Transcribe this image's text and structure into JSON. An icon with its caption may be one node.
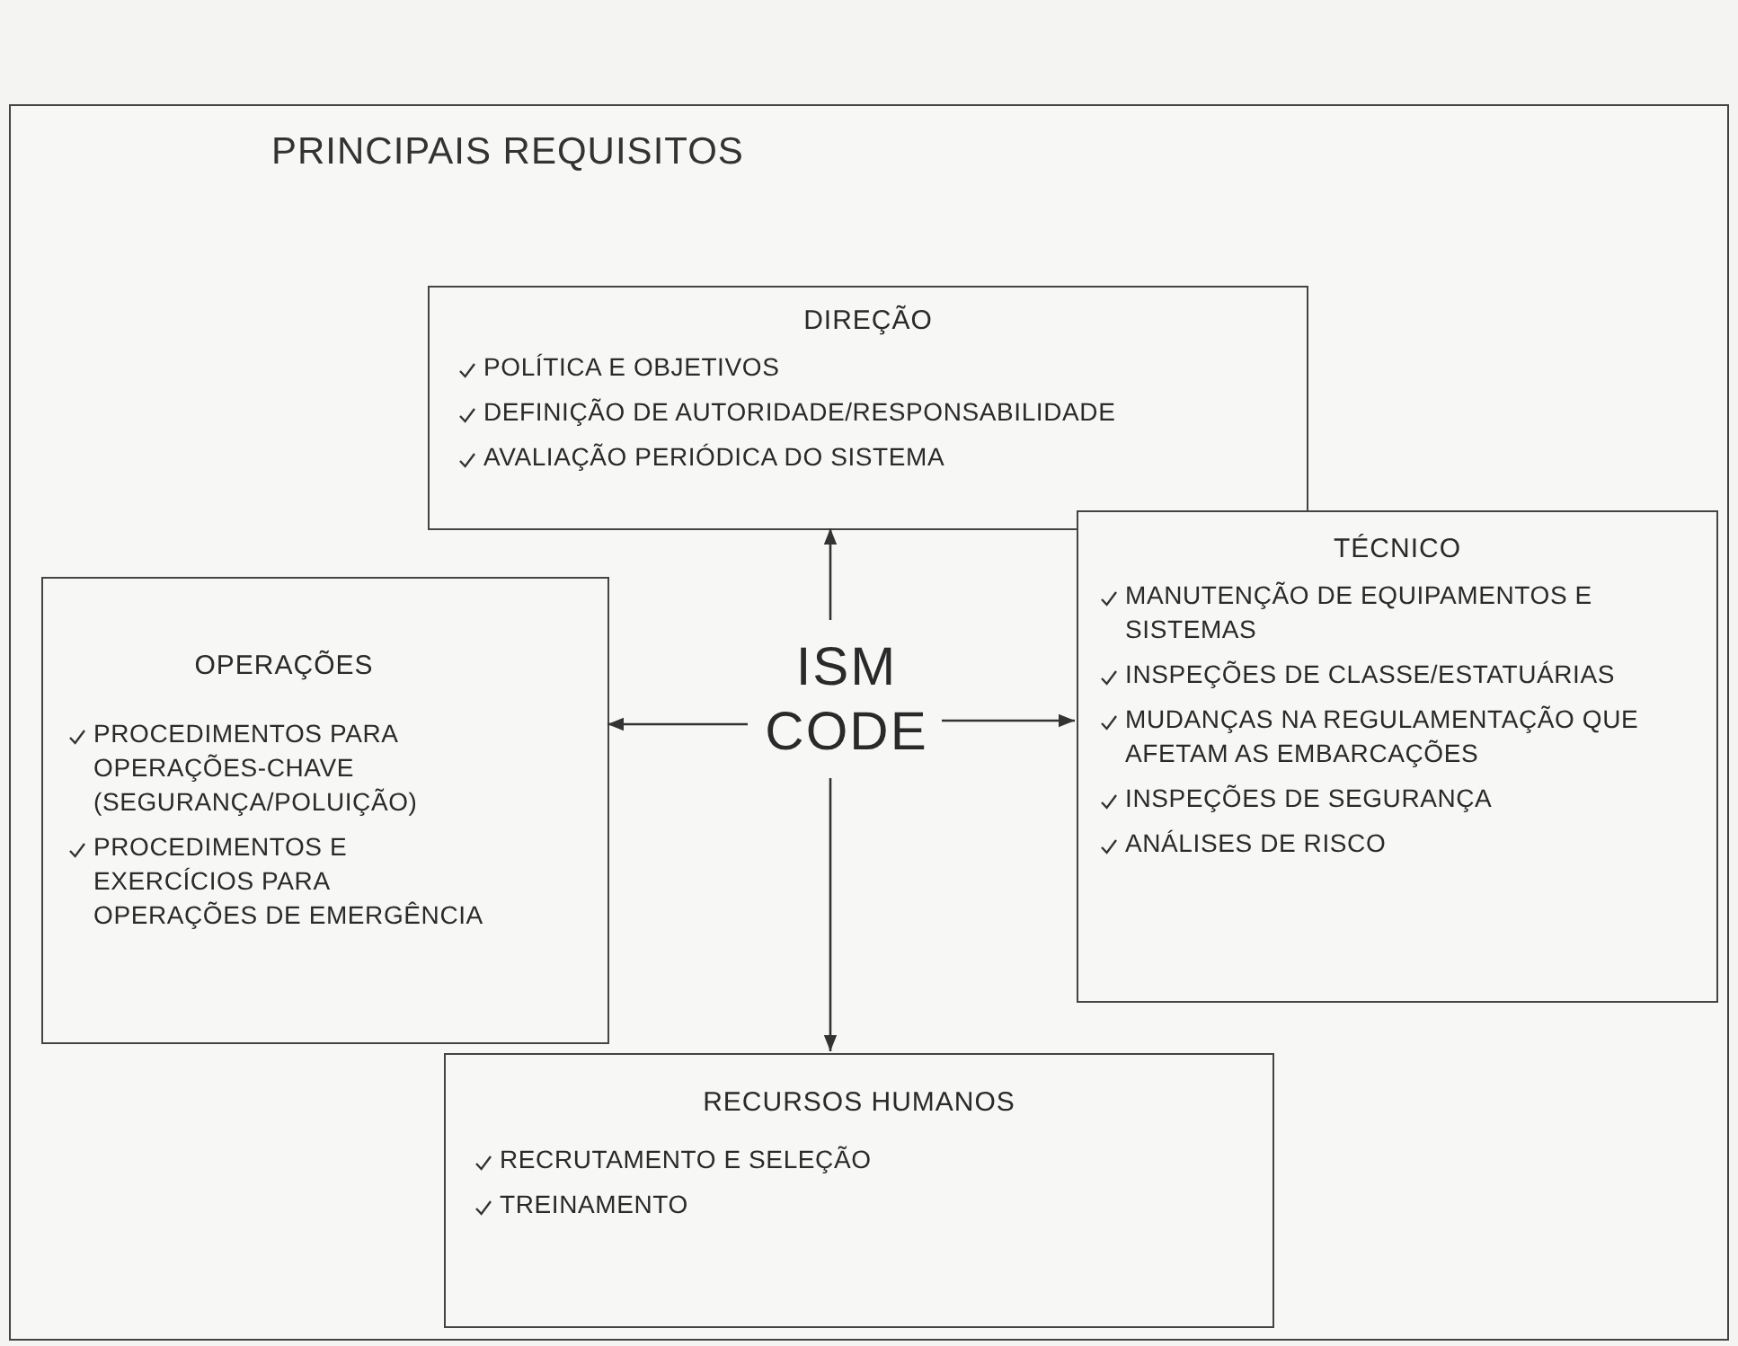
{
  "diagram": {
    "nodes": [
      {
        "text": [
          "PRINCIPAIS REQUISITOS"
        ]
      },
      {
        "text": [
          "DIREÇÃO",
          "POLÍTICA E OBJETIVOS",
          "DEFINIÇÃO DE AUTORIDADE/RESPONSABILIDADE",
          "AVALIAÇÃO PERIÓDICA DO SISTEMA"
        ],
        "in": 0
      },
      {
        "text": [
          "OPERAÇÕES",
          "PROCEDIMENTOS PARA OPERAÇÕES-CHAVE (SEGURANÇA/POLUIÇÃO)",
          "PROCEDIMENTOS E EXERCÍCIOS PARA OPERAÇÕES DE EMERGÊNCIA"
        ],
        "in": 0
      },
      {
        "text": [
          "ISM CODE"
        ],
        "in": 0
      },
      {
        "text": [
          "TÉCNICO",
          "MANUTENÇÃO DE EQUIPAMENTOS E SISTEMAS",
          "INSPEÇÕES DE CLASSE/ESTATUÁRIAS",
          "MUDANÇAS NA REGULAMENTAÇÃO QUE AFETAM AS EMBARCAÇÕES",
          "INSPEÇÕES DE SEGURANÇA",
          "ANÁLISES DE RISCO"
        ],
        "in": 0
      },
      {
        "text": [
          "RECURSOS HUMANOS",
          "RECRUTAMENTO E SELEÇÃO",
          "TREINAMENTO"
        ],
        "in": 0
      }
    ],
    "edges": [
      {
        "from": 3,
        "to": 1,
        "arrow": "to"
      },
      {
        "from": 3,
        "to": 2,
        "arrow": "to"
      },
      {
        "from": 3,
        "to": 4,
        "arrow": "to"
      },
      {
        "from": 3,
        "to": 5,
        "arrow": "to"
      }
    ]
  }
}
